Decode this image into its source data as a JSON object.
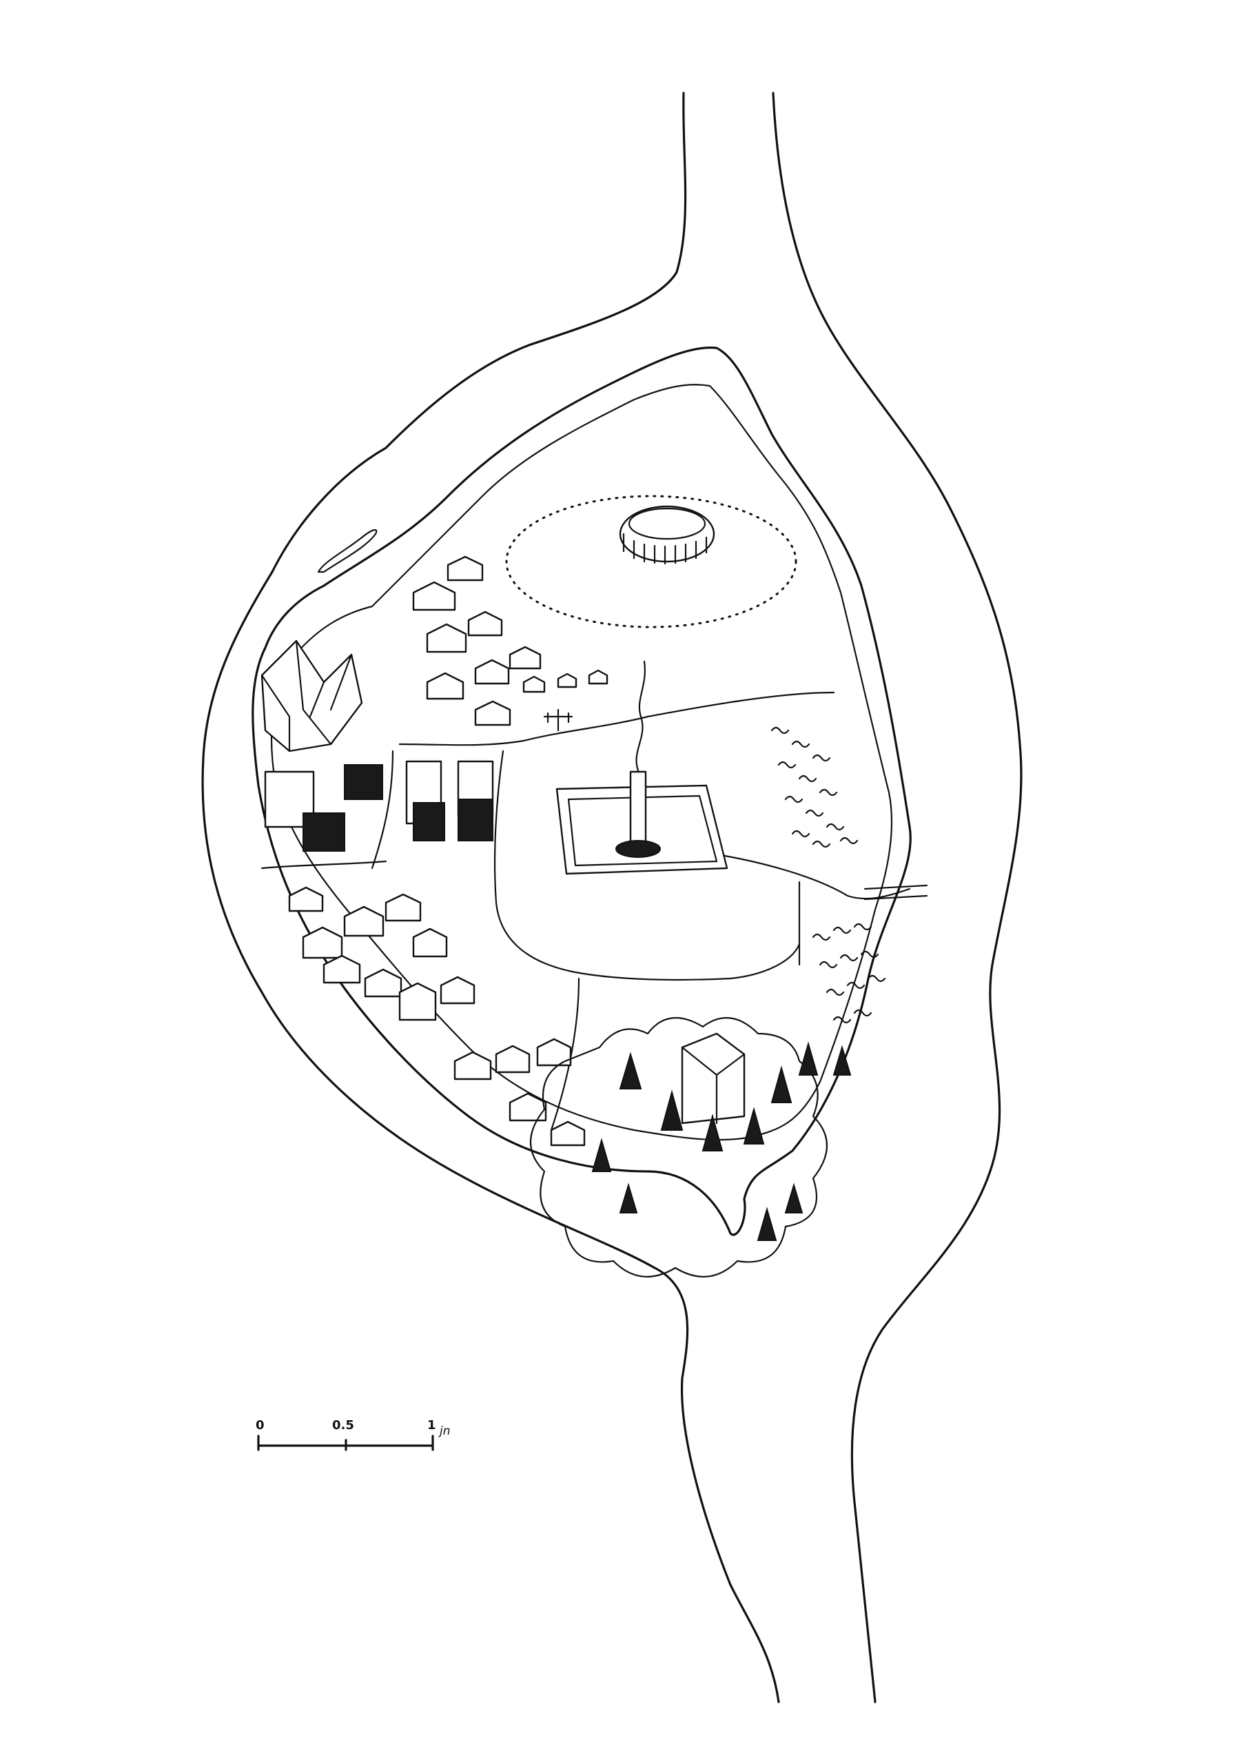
{
  "scale_bar": {
    "tick_labels": [
      "0",
      "0.5",
      "1"
    ],
    "unit": "jn"
  },
  "features": {
    "river": "river",
    "island": "island",
    "colosseum": "colosseum-icon",
    "central_tower": "tower-icon",
    "castle_forest": "forest-icon",
    "crystal_palace": "crystal-icon",
    "orchards": "orchard-icon"
  },
  "ink_color": "#111111",
  "paper_color": "#ffffff"
}
